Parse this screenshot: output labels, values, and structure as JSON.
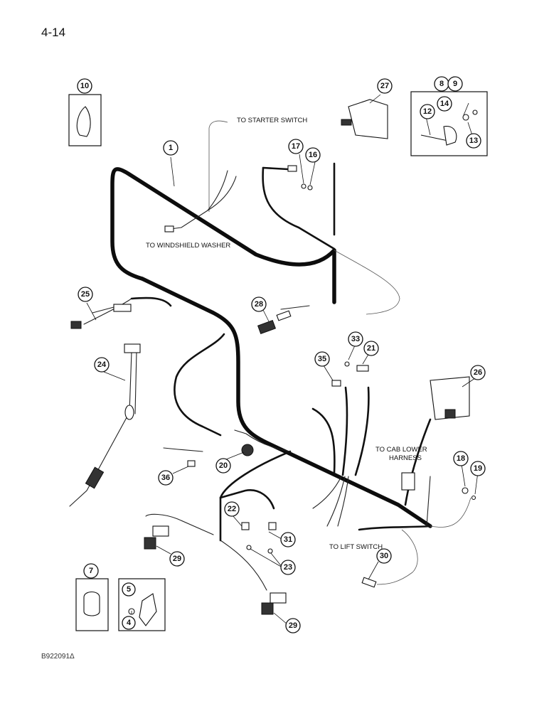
{
  "page_number": "4-14",
  "figure_id": "B922091Δ",
  "labels": {
    "starter": "TO STARTER SWITCH",
    "washer": "TO WINDSHIELD WASHER",
    "cab_lower_1": "TO CAB LOWER",
    "cab_lower_2": "HARNESS",
    "lift": "TO LIFT SWITCH"
  },
  "callouts": {
    "c1": "1",
    "c4": "4",
    "c5": "5",
    "c7": "7",
    "c8": "8",
    "c9": "9",
    "c10": "10",
    "c12": "12",
    "c13": "13",
    "c14": "14",
    "c16": "16",
    "c17": "17",
    "c18": "18",
    "c19": "19",
    "c20": "20",
    "c21": "21",
    "c22": "22",
    "c23": "23",
    "c24": "24",
    "c25": "25",
    "c26": "26",
    "c27": "27",
    "c28": "28",
    "c29a": "29",
    "c29b": "29",
    "c30": "30",
    "c31": "31",
    "c33": "33",
    "c35": "35",
    "c36": "36"
  }
}
